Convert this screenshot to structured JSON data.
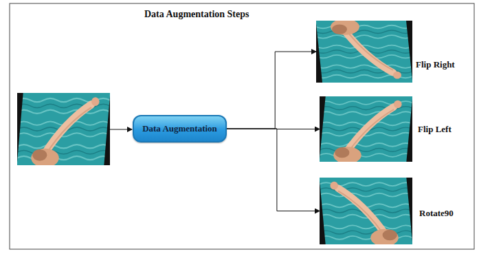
{
  "diagram": {
    "title": "Data Augmentation Steps",
    "nodes": [
      {
        "text": [
          "Data Augmentation"
        ]
      },
      {
        "text": [
          "Flip Right"
        ]
      },
      {
        "text": [
          "Flip Left"
        ]
      },
      {
        "text": [
          "Rotate90"
        ]
      }
    ],
    "edges": [
      {
        "from": 0,
        "to": 1,
        "arrow": "to"
      },
      {
        "from": 0,
        "to": 2,
        "arrow": "to"
      },
      {
        "from": 0,
        "to": 3,
        "arrow": "to"
      }
    ]
  }
}
